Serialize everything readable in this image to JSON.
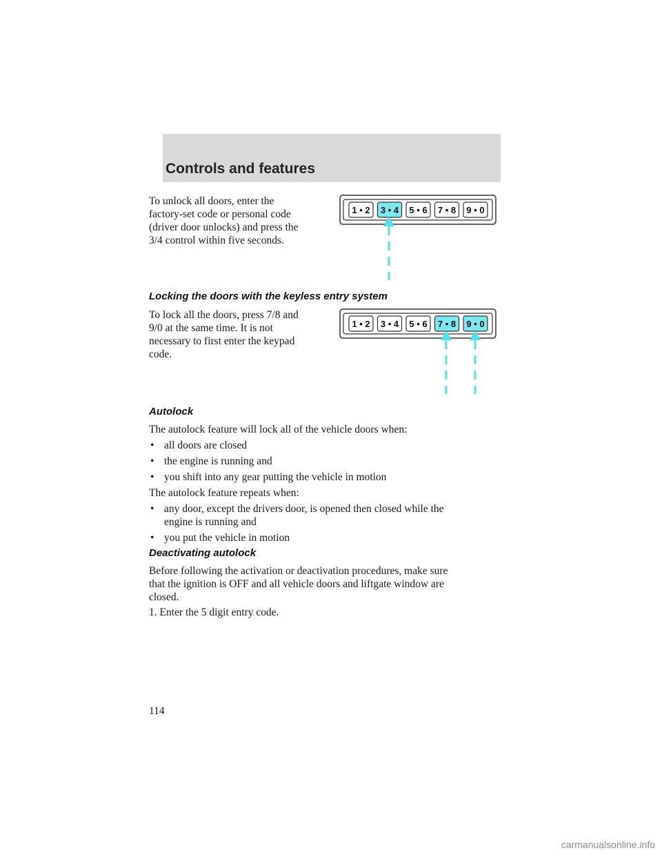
{
  "header": {
    "section_title": "Controls and features"
  },
  "unlock": {
    "text_lines": [
      "To unlock all doors, enter the",
      "factory-set code or personal code",
      "(driver door unlocks) and press the",
      "3/4 control within five seconds."
    ],
    "keypad": {
      "keys": [
        "1 • 2",
        "3 • 4",
        "5 • 6",
        "7 • 8",
        "9 • 0"
      ],
      "highlighted": [
        "3 • 4"
      ]
    }
  },
  "locking": {
    "heading": "Locking the doors with the keyless entry system",
    "text_lines": [
      "To lock all the doors, press 7/8 and",
      "9/0 at the same time. It is not",
      "necessary to first enter the keypad",
      "code."
    ],
    "keypad": {
      "keys": [
        "1 • 2",
        "3 • 4",
        "5 • 6",
        "7 • 8",
        "9 • 0"
      ],
      "highlighted": [
        "7 • 8",
        "9 • 0"
      ]
    }
  },
  "autolock": {
    "heading": "Autolock",
    "intro": "The autolock feature will lock all of the vehicle doors when:",
    "bullets": [
      "all doors are closed",
      "the engine is running and",
      "you shift into any gear putting the vehicle in motion"
    ],
    "repeat_intro": "The autolock feature repeats when:",
    "repeat_bullets": [
      [
        "any door, except the drivers door, is opened then closed while the",
        "engine is running and"
      ],
      [
        "you put the vehicle in motion"
      ]
    ]
  },
  "deactivating": {
    "heading": "Deactivating autolock",
    "text_lines": [
      "Before following the activation or deactivation procedures, make sure",
      "that the ignition is OFF and all vehicle doors and liftgate window are",
      "closed."
    ],
    "step1": "1. Enter the 5 digit entry code."
  },
  "page_number": "114",
  "watermark": "carmanualsonline.info",
  "colors": {
    "highlight": "#7ee8f0",
    "arrow": "#4fe0ea",
    "header_band": "#d9d9d9"
  }
}
